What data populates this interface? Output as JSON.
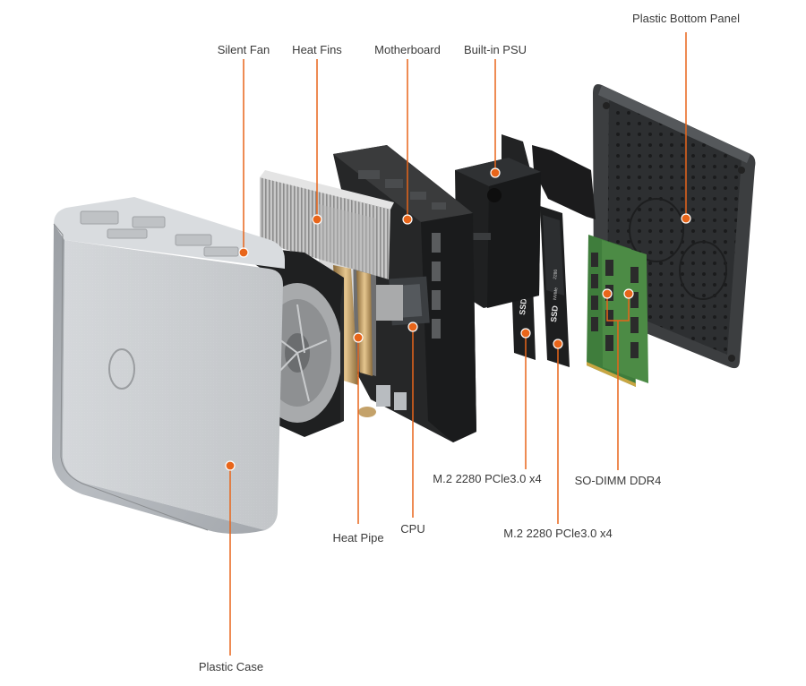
{
  "accent_color": "#e8651a",
  "labels": {
    "silent_fan": "Silent Fan",
    "heat_fins": "Heat Fins",
    "motherboard": "Motherboard",
    "built_in_psu": "Built-in PSU",
    "plastic_bottom_panel": "Plastic Bottom Panel",
    "m2_ssd_1": "M.2 2280 PCle3.0 x4",
    "so_dimm": "SO-DIMM DDR4",
    "cpu": "CPU",
    "heat_pipe": "Heat Pipe",
    "m2_ssd_2": "M.2 2280 PCle3.0 x4",
    "plastic_case": "Plastic Case"
  },
  "ssd_print": {
    "brand": "SSD",
    "interface": "NVMe",
    "size": "2280"
  }
}
